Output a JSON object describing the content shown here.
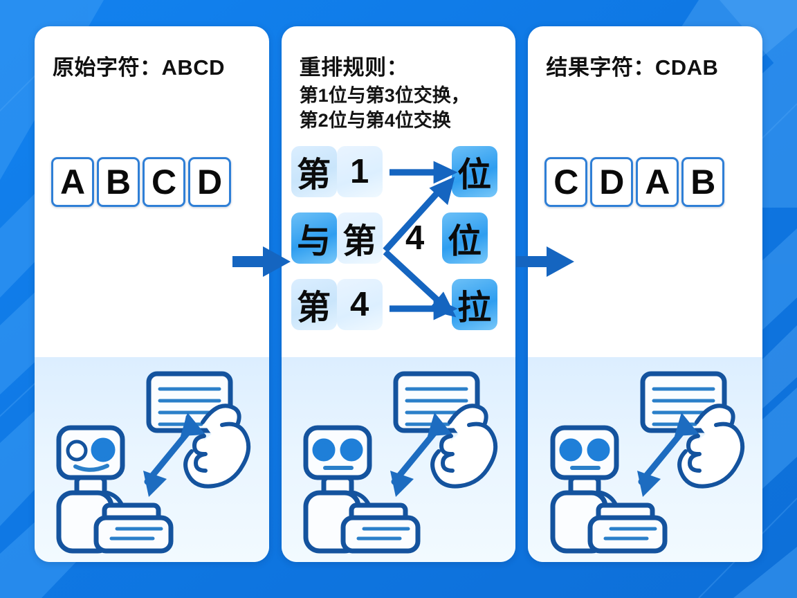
{
  "background": {
    "base_color": "#127ce8",
    "accent_color": "#3d9bf2",
    "style": "diagonal-streaks"
  },
  "panels": [
    {
      "id": "source",
      "title": "原始字符：ABCD",
      "letters": [
        "A",
        "B",
        "C",
        "D"
      ],
      "robot": {
        "eyes": [
          "hollow",
          "filled"
        ],
        "has_card": true,
        "has_hand": true
      }
    },
    {
      "id": "rule",
      "title": "重排规则：",
      "rule_lines": [
        "第1位与第3位交换，",
        "第2位与第4位交换"
      ],
      "mapping": {
        "rows": [
          {
            "left": [
              {
                "text": "第",
                "style": "pale"
              },
              {
                "text": "1",
                "style": "paler"
              }
            ],
            "right": {
              "text": "位",
              "style": "bright"
            },
            "arrow": "straight"
          },
          {
            "left": [
              {
                "text": "与",
                "style": "bright"
              },
              {
                "text": "第",
                "style": "paler"
              },
              {
                "text": "4",
                "style": "plain"
              }
            ],
            "right": {
              "text": "位",
              "style": "bright"
            },
            "arrow": "none"
          },
          {
            "left": [
              {
                "text": "第",
                "style": "pale"
              },
              {
                "text": "4",
                "style": "paler"
              }
            ],
            "right": {
              "text": "拉",
              "style": "bright"
            },
            "arrow": "straight"
          }
        ],
        "cross_arrows": [
          "up-right",
          "down-right"
        ]
      },
      "robot": {
        "eyes": [
          "filled",
          "filled"
        ],
        "has_card": true,
        "has_hand": true
      }
    },
    {
      "id": "result",
      "title": "结果字符：CDAB",
      "letters": [
        "C",
        "D",
        "A",
        "B"
      ],
      "robot": {
        "eyes": [
          "filled",
          "filled"
        ],
        "has_card": true,
        "has_hand": true
      }
    }
  ],
  "connectors": [
    {
      "name": "arrow-source-to-rule",
      "direction": "right"
    },
    {
      "name": "arrow-rule-to-result",
      "direction": "right"
    }
  ],
  "colors": {
    "panel_bg": "#ffffff",
    "tile_border": "#2f7fd6",
    "tile_bright": "#2f9ef0",
    "arrow": "#1565c0",
    "robot_outline": "#14539e",
    "text": "#101010"
  }
}
